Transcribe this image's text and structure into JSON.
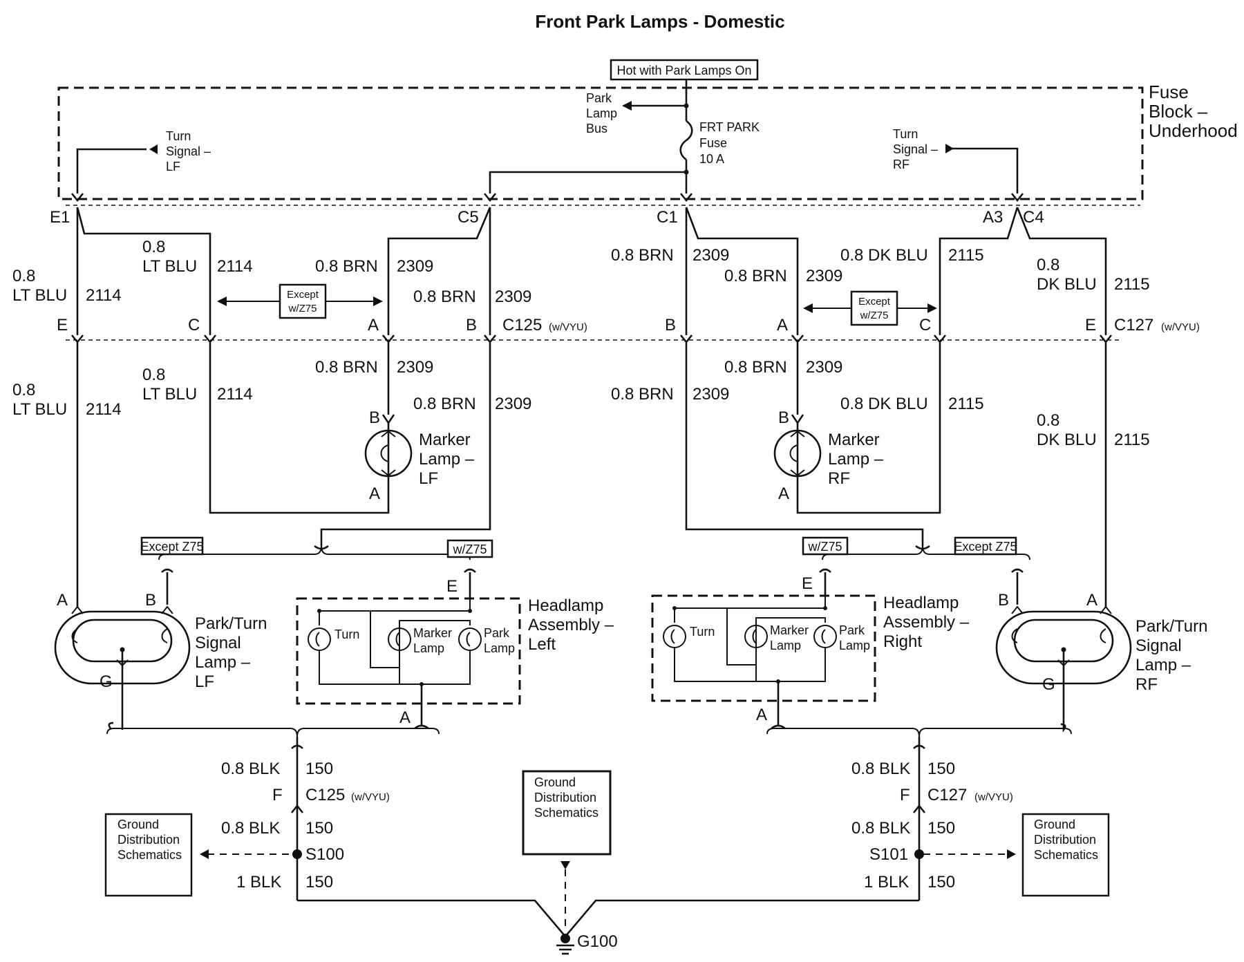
{
  "title": "Front Park Lamps - Domestic",
  "fuse_block": {
    "hot_label": "Hot with Park Lamps On",
    "name_lines": [
      "Fuse",
      "Block –",
      "Underhood"
    ],
    "park_bus_lines": [
      "Park",
      "Lamp",
      "Bus"
    ],
    "fuse_lines": [
      "FRT PARK",
      "Fuse",
      "10 A"
    ],
    "turn_lf_lines": [
      "Turn",
      "Signal –",
      "LF"
    ],
    "turn_rf_lines": [
      "Turn",
      "Signal –",
      "RF"
    ]
  },
  "connectors": {
    "e1": "E1",
    "c5": "C5",
    "c1": "C1",
    "a3": "A3",
    "c4": "C4",
    "c125_name": "C125",
    "c127_name": "C127",
    "vyu": "(w/VYU)",
    "pin_e": "E",
    "pin_c": "C",
    "pin_a": "A",
    "pin_b": "B",
    "pin_f": "F",
    "pin_g": "G"
  },
  "wires": {
    "lt_blu_gauge": "0.8",
    "lt_blu_color": "LT BLU",
    "lt_blu_circuit": "2114",
    "brn": "0.8 BRN",
    "brn_circuit": "2309",
    "dk_blu": "0.8 DK BLU",
    "dk_blu_gauge": "0.8",
    "dk_blu_color": "DK BLU",
    "dk_blu_circuit": "2115",
    "blk_08": "0.8 BLK",
    "blk_1": "1 BLK",
    "blk_circuit": "150"
  },
  "options": {
    "except_wz75_lines": [
      "Except",
      "w/Z75"
    ],
    "except_z75": "Except Z75",
    "w_z75": "w/Z75"
  },
  "components": {
    "marker_lf_lines": [
      "Marker",
      "Lamp –",
      "LF"
    ],
    "marker_rf_lines": [
      "Marker",
      "Lamp –",
      "RF"
    ],
    "park_turn_lf_lines": [
      "Park/Turn",
      "Signal",
      "Lamp –",
      "LF"
    ],
    "park_turn_rf_lines": [
      "Park/Turn",
      "Signal",
      "Lamp –",
      "RF"
    ],
    "headlamp_left_lines": [
      "Headlamp",
      "Assembly –",
      "Left"
    ],
    "headlamp_right_lines": [
      "Headlamp",
      "Assembly –",
      "Right"
    ],
    "bulb_turn": "Turn",
    "bulb_marker_lines": [
      "Marker",
      "Lamp"
    ],
    "bulb_park_lines": [
      "Park",
      "Lamp"
    ]
  },
  "ground": {
    "schematics_lines": [
      "Ground",
      "Distribution",
      "Schematics"
    ],
    "s100": "S100",
    "s101": "S101",
    "g100": "G100"
  }
}
